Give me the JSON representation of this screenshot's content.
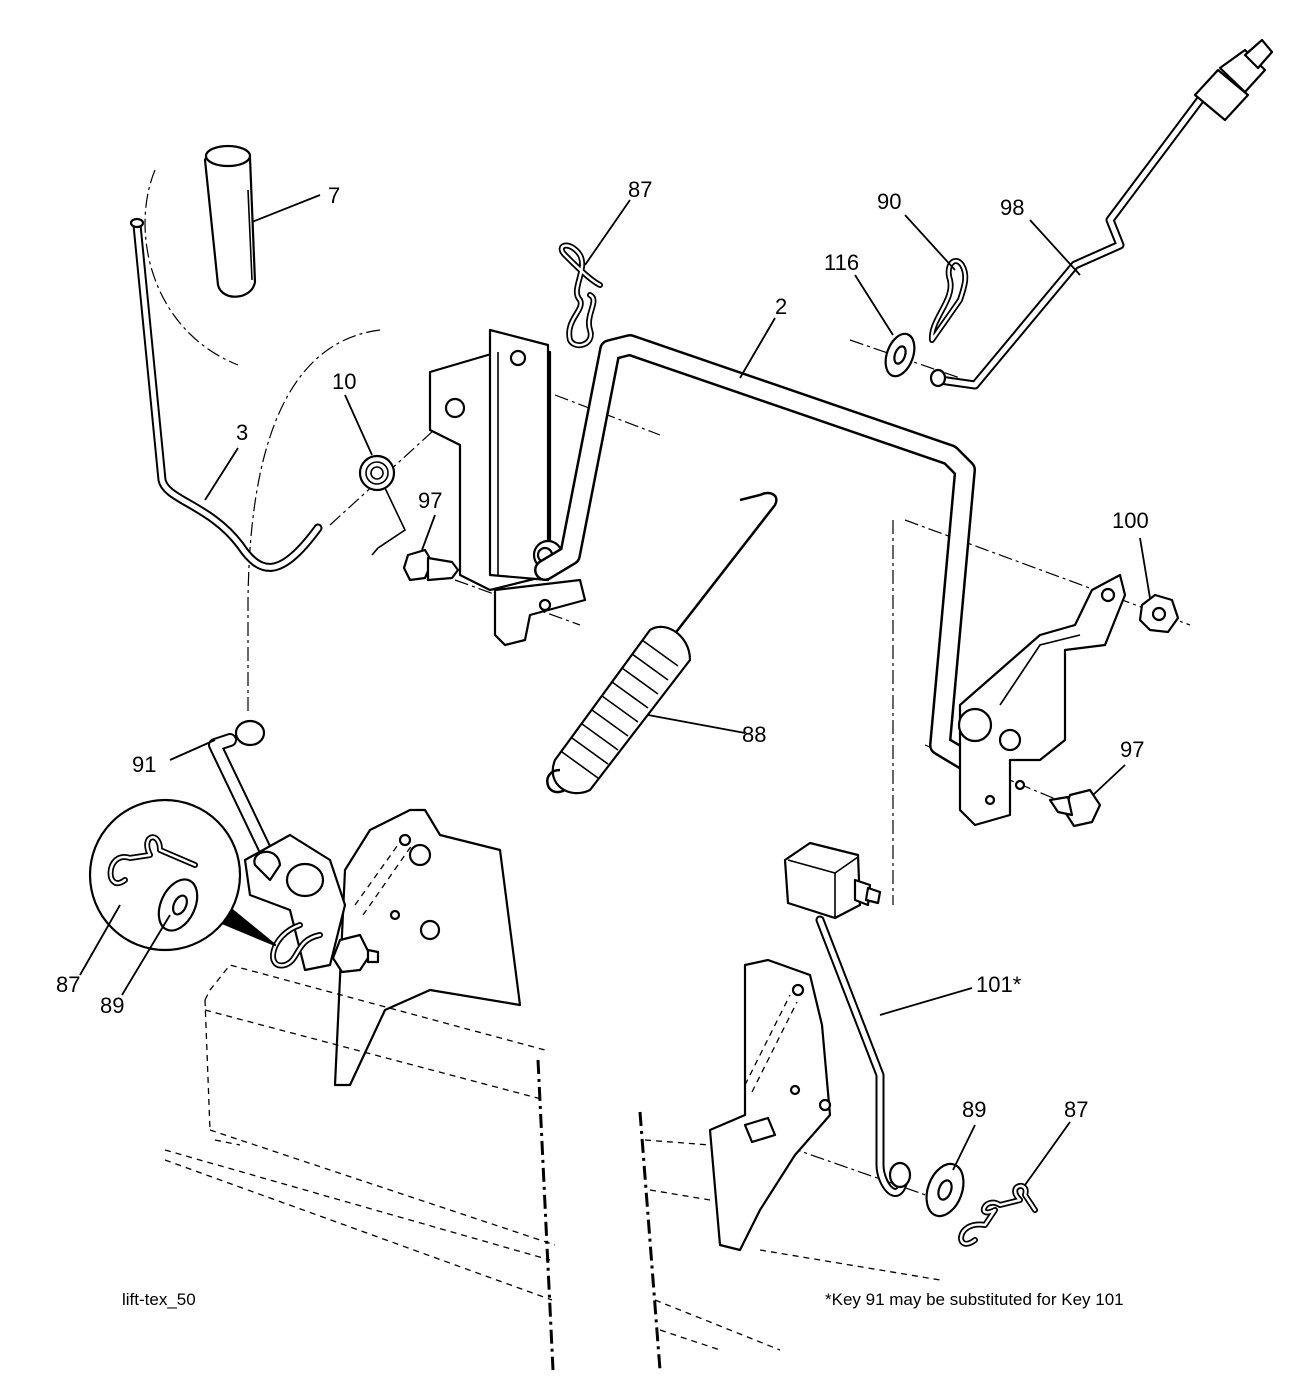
{
  "diagram": {
    "callouts": {
      "c7": "7",
      "c87_top": "87",
      "c90": "90",
      "c98": "98",
      "c116": "116",
      "c2": "2",
      "c10": "10",
      "c3": "3",
      "c97_left": "97",
      "c100": "100",
      "c88": "88",
      "c91": "91",
      "c97_right": "97",
      "c101": "101*",
      "c87_left": "87",
      "c89_left": "89",
      "c89_right": "89",
      "c87_right": "87"
    },
    "figure_id": "lift-tex_50",
    "footnote": "*Key 91 may be substituted for Key 101"
  }
}
